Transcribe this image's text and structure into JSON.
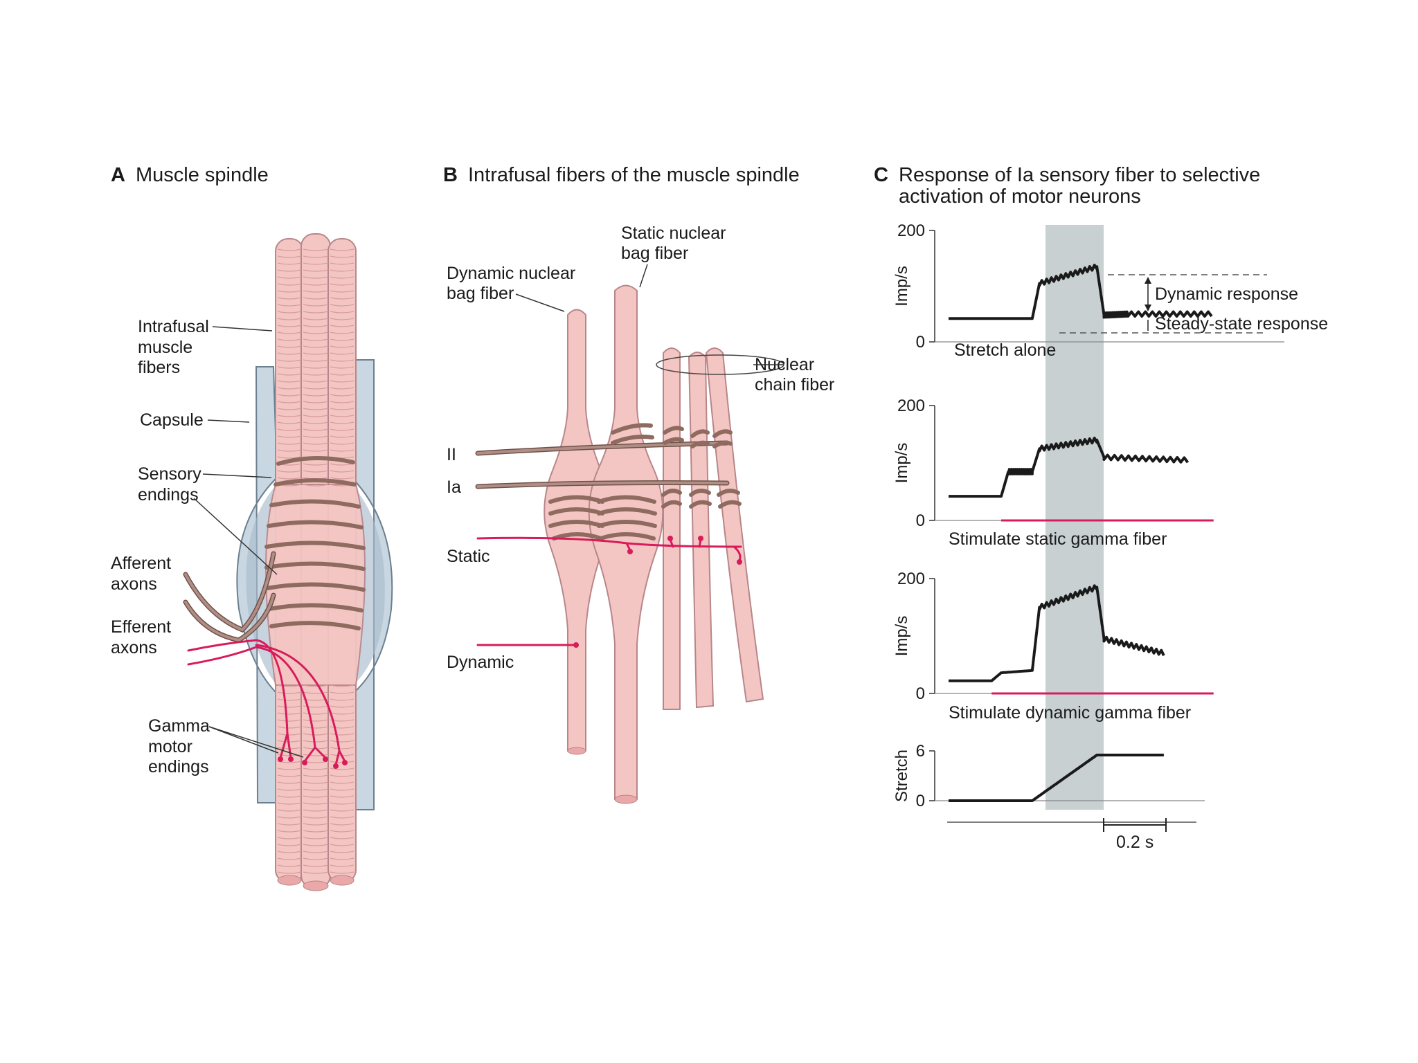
{
  "panels": {
    "a": {
      "letter": "A",
      "title": "Muscle spindle",
      "labels": {
        "intrafusal": [
          "Intrafusal",
          "muscle",
          "fibers"
        ],
        "capsule": [
          "Capsule"
        ],
        "sensory": [
          "Sensory",
          "endings"
        ],
        "afferent": [
          "Afferent",
          "axons"
        ],
        "efferent": [
          "Efferent",
          "axons"
        ],
        "gamma": [
          "Gamma",
          "motor",
          "endings"
        ]
      }
    },
    "b": {
      "letter": "B",
      "title": "Intrafusal fibers of the muscle spindle",
      "labels": {
        "static_bag": [
          "Static nuclear",
          "bag fiber"
        ],
        "dynamic_bag": [
          "Dynamic nuclear",
          "bag fiber"
        ],
        "chain": [
          "Nuclear",
          "chain fiber"
        ],
        "ii": "II",
        "ia": "Ia",
        "static": "Static",
        "dynamic": "Dynamic"
      }
    },
    "c": {
      "letter": "C",
      "title": [
        "Response of Ia sensory fiber to selective",
        "activation of motor neurons"
      ],
      "axis_y_rate": "Imp/s",
      "axis_y_stretch": "Stretch",
      "scale_bar": "0.2 s",
      "annotations": {
        "dynamic": "Dynamic response",
        "steady": "Steady-state response"
      }
    }
  },
  "colors": {
    "fiber": "#f4c6c3",
    "fiber_stroke": "#b8868a",
    "capsule": "#c9d7e2",
    "capsule_stroke": "#6c7f8f",
    "nerve": "#b08e85",
    "nerve_stroke": "#6e5148",
    "motor": "#d81b5a",
    "shade": "#c8d0d2"
  },
  "chart_data": [
    {
      "type": "line",
      "title": "",
      "xlabel": "Stretch alone",
      "ylabel": "Imp/s",
      "ylim": [
        0,
        200
      ],
      "yticks": [
        0,
        200
      ],
      "x_unit": "s",
      "series": [
        {
          "x": [
            0,
            0.35,
            0.38,
            0.62,
            0.65,
            0.75,
            1.1
          ],
          "y": [
            42,
            42,
            105,
            135,
            48,
            50,
            50
          ]
        }
      ],
      "stimulus": null,
      "annotations": [
        "Dynamic response",
        "Steady-state response"
      ]
    },
    {
      "type": "line",
      "title": "",
      "xlabel": "Stimulate static gamma fiber",
      "ylabel": "Imp/s",
      "ylim": [
        0,
        200
      ],
      "yticks": [
        0,
        200
      ],
      "x_unit": "s",
      "series": [
        {
          "x": [
            0,
            0.22,
            0.25,
            0.35,
            0.38,
            0.62,
            0.65,
            1.0
          ],
          "y": [
            42,
            42,
            85,
            85,
            125,
            140,
            110,
            105
          ]
        }
      ],
      "stimulus": [
        0.22,
        1.05
      ]
    },
    {
      "type": "line",
      "title": "",
      "xlabel": "Stimulate dynamic gamma fiber",
      "ylabel": "Imp/s",
      "ylim": [
        0,
        200
      ],
      "yticks": [
        0,
        200
      ],
      "x_unit": "s",
      "series": [
        {
          "x": [
            0,
            0.18,
            0.22,
            0.35,
            0.38,
            0.62,
            0.65,
            0.9
          ],
          "y": [
            22,
            22,
            36,
            40,
            150,
            185,
            95,
            70
          ]
        }
      ],
      "stimulus": [
        0.18,
        1.05
      ]
    },
    {
      "type": "line",
      "title": "",
      "xlabel": "",
      "ylabel": "Stretch",
      "ylim": [
        0,
        6
      ],
      "yticks": [
        0,
        6
      ],
      "x_unit": "s",
      "series": [
        {
          "x": [
            0,
            0.35,
            0.62,
            0.9
          ],
          "y": [
            0,
            0,
            5.5,
            5.5
          ]
        }
      ],
      "stimulus": null
    }
  ]
}
